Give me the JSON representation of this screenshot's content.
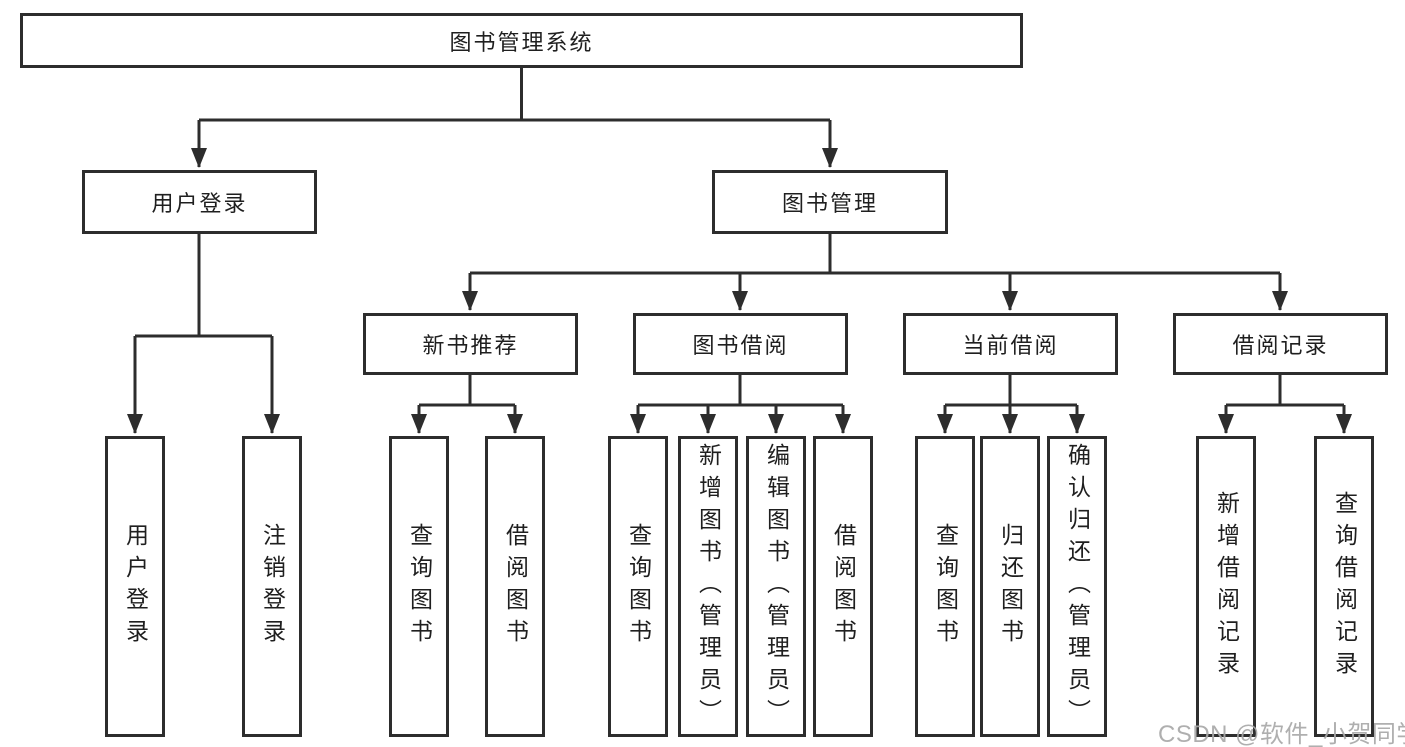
{
  "diagram": {
    "title": "图书管理系统",
    "nodes": {
      "root": {
        "label": "图书管理系统"
      },
      "user_login": {
        "label": "用户登录"
      },
      "book_mgmt": {
        "label": "图书管理"
      },
      "new_book_rec": {
        "label": "新书推荐"
      },
      "book_borrowing": {
        "label": "图书借阅"
      },
      "current_borrowing": {
        "label": "当前借阅"
      },
      "borrowing_records": {
        "label": "借阅记录"
      },
      "leaves": [
        {
          "parent": "user_login",
          "label": "用户登录"
        },
        {
          "parent": "user_login",
          "label": "注销登录"
        },
        {
          "parent": "new_book_rec",
          "label": "查询图书"
        },
        {
          "parent": "new_book_rec",
          "label": "借阅图书"
        },
        {
          "parent": "book_borrowing",
          "label": "查询图书"
        },
        {
          "parent": "book_borrowing",
          "label": "新增图书（管理员）"
        },
        {
          "parent": "book_borrowing",
          "label": "编辑图书（管理员）"
        },
        {
          "parent": "book_borrowing",
          "label": "借阅图书"
        },
        {
          "parent": "current_borrowing",
          "label": "查询图书"
        },
        {
          "parent": "current_borrowing",
          "label": "归还图书"
        },
        {
          "parent": "current_borrowing",
          "label": "确认归还（管理员）"
        },
        {
          "parent": "borrowing_records",
          "label": "新增借阅记录"
        },
        {
          "parent": "borrowing_records",
          "label": "查询借阅记录"
        }
      ]
    },
    "colors": {
      "line": "#2d2d2d",
      "text": "#1f1f1f",
      "background": "#ffffff",
      "watermark": "#a8a8a8"
    }
  },
  "watermark": {
    "text": "CSDN @软件_小贺同学"
  }
}
